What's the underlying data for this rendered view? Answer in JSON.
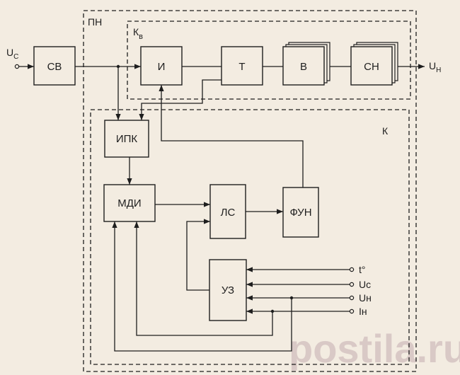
{
  "colors": {
    "background": "#f3ece1",
    "line": "#1e1e1e",
    "watermark": "#d9c9c6"
  },
  "regions": {
    "pn": "ПН",
    "kv_main": "К",
    "kv_sub": "в",
    "k": "К"
  },
  "blocks": {
    "sv": "СВ",
    "i": "И",
    "t": "Т",
    "v": "В",
    "sn": "СН",
    "ipk": "ИПК",
    "mdi": "МДИ",
    "ls": "ЛС",
    "fun": "ФУН",
    "uz": "УЗ"
  },
  "signals": {
    "uc_in_main": "U",
    "uc_in_sub": "C",
    "un_out_main": "U",
    "un_out_sub": "Н",
    "t_deg": "t°",
    "uc": "Uc",
    "un": "Uн",
    "in": "Iн"
  },
  "watermark": "postila.ru"
}
